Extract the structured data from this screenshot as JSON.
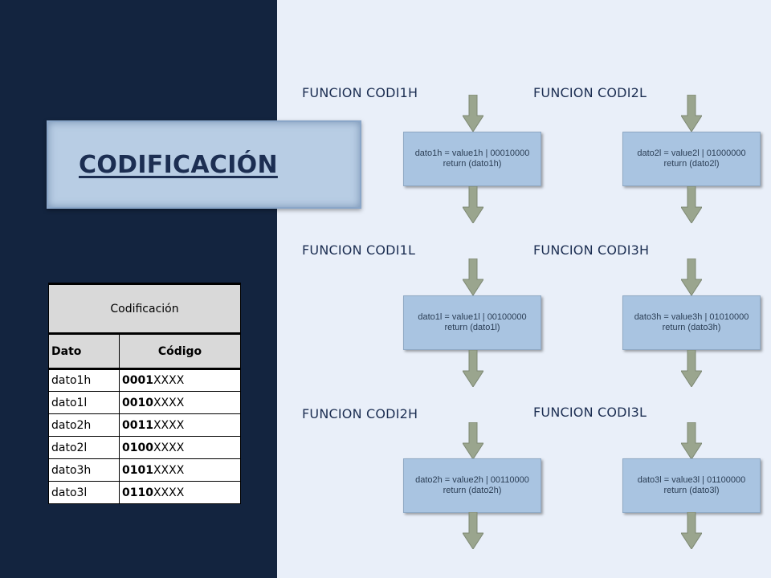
{
  "title": "CODIFICACIÓN",
  "table": {
    "caption": "Codificación",
    "headers": [
      "Dato",
      "Código"
    ],
    "rows": [
      {
        "dato": "dato1h",
        "code_bold": "0001",
        "code_rest": "XXXX"
      },
      {
        "dato": "dato1l",
        "code_bold": "0010",
        "code_rest": "XXXX"
      },
      {
        "dato": "dato2h",
        "code_bold": "0011",
        "code_rest": "XXXX"
      },
      {
        "dato": "dato2l",
        "code_bold": "0100",
        "code_rest": "XXXX"
      },
      {
        "dato": "dato3h",
        "code_bold": "0101",
        "code_rest": "XXXX"
      },
      {
        "dato": "dato3l",
        "code_bold": "0110",
        "code_rest": "XXXX"
      }
    ]
  },
  "functions": [
    {
      "label": "FUNCION CODI1H",
      "line1": "dato1h = value1h | 00010000",
      "line2": "return (dato1h)"
    },
    {
      "label": "FUNCION CODI2L",
      "line1": "dato2l = value2l | 01000000",
      "line2": "return (dato2l)"
    },
    {
      "label": "FUNCION CODI1L",
      "line1": "dato1l = value1l | 00100000",
      "line2": "return (dato1l)"
    },
    {
      "label": "FUNCION CODI3H",
      "line1": "dato3h = value3h | 01010000",
      "line2": "return (dato3h)"
    },
    {
      "label": "FUNCION CODI2H",
      "line1": "dato2h = value2h | 00110000",
      "line2": "return (dato2h)"
    },
    {
      "label": "FUNCION CODI3L",
      "line1": "dato3l = value3l | 01100000",
      "line2": "return (dato3l)"
    }
  ],
  "colors": {
    "left_panel": "#13243f",
    "right_panel": "#e9eff9",
    "title_box": "#b8cde4",
    "flow_box": "#a9c4e1",
    "arrow": "#9aa58e"
  }
}
